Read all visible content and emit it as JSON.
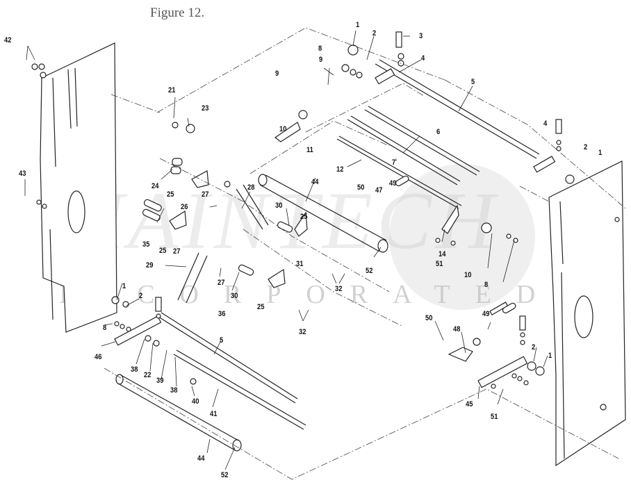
{
  "figure": {
    "title": "Figure 12."
  },
  "watermark": {
    "brand": "MAINTECH",
    "subtitle": "INCORPORATED"
  },
  "callouts": [
    {
      "label": "1"
    },
    {
      "label": "2"
    },
    {
      "label": "3"
    },
    {
      "label": "4"
    },
    {
      "label": "5"
    },
    {
      "label": "8"
    },
    {
      "label": "9"
    },
    {
      "label": "9"
    },
    {
      "label": "10"
    },
    {
      "label": "11"
    },
    {
      "label": "6"
    },
    {
      "label": "12"
    },
    {
      "label": "7"
    },
    {
      "label": "4"
    },
    {
      "label": "2"
    },
    {
      "label": "1"
    },
    {
      "label": "42"
    },
    {
      "label": "21"
    },
    {
      "label": "23"
    },
    {
      "label": "43"
    },
    {
      "label": "24"
    },
    {
      "label": "25"
    },
    {
      "label": "44"
    },
    {
      "label": "50"
    },
    {
      "label": "47"
    },
    {
      "label": "49"
    },
    {
      "label": "27"
    },
    {
      "label": "28"
    },
    {
      "label": "26"
    },
    {
      "label": "30"
    },
    {
      "label": "25"
    },
    {
      "label": "35"
    },
    {
      "label": "25"
    },
    {
      "label": "27"
    },
    {
      "label": "31"
    },
    {
      "label": "14"
    },
    {
      "label": "51"
    },
    {
      "label": "10"
    },
    {
      "label": "8"
    },
    {
      "label": "52"
    },
    {
      "label": "29"
    },
    {
      "label": "27"
    },
    {
      "label": "30"
    },
    {
      "label": "32"
    },
    {
      "label": "25"
    },
    {
      "label": "36"
    },
    {
      "label": "1"
    },
    {
      "label": "2"
    },
    {
      "label": "32"
    },
    {
      "label": "8"
    },
    {
      "label": "46"
    },
    {
      "label": "38"
    },
    {
      "label": "22"
    },
    {
      "label": "39"
    },
    {
      "label": "38"
    },
    {
      "label": "5"
    },
    {
      "label": "40"
    },
    {
      "label": "41"
    },
    {
      "label": "50"
    },
    {
      "label": "48"
    },
    {
      "label": "49"
    },
    {
      "label": "2"
    },
    {
      "label": "1"
    },
    {
      "label": "45"
    },
    {
      "label": "51"
    },
    {
      "label": "44"
    },
    {
      "label": "52"
    }
  ]
}
